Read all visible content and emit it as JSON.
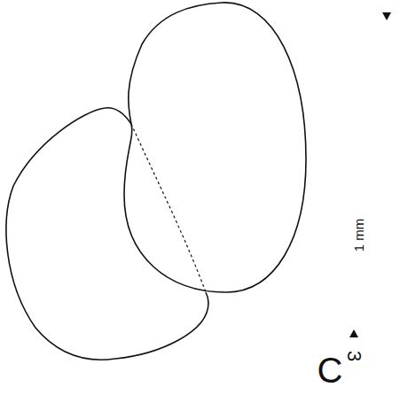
{
  "diagram": {
    "labels": [
      "1 mm",
      "C",
      "3"
    ]
  }
}
